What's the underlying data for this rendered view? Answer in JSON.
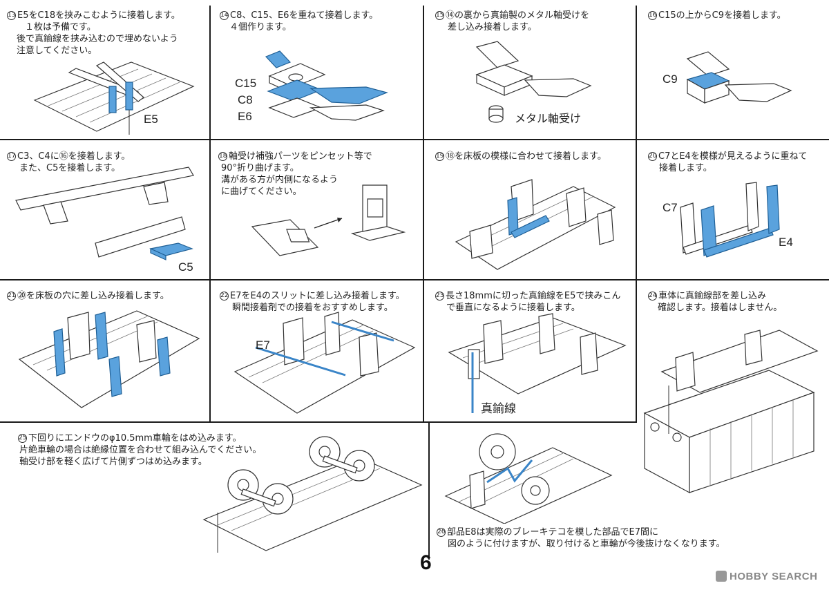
{
  "steps": [
    {
      "num": "13",
      "lines": [
        "E5をC18を挟みこむように接着します。",
        "１枚は予備です。",
        "後で真鍮線を挟み込むので埋めないよう",
        "注意してください。"
      ],
      "callouts": [
        "E5"
      ]
    },
    {
      "num": "14",
      "lines": [
        "C8、C15、E6を重ねて接着します。",
        "４個作ります。"
      ],
      "callouts": [
        "C15",
        "C8",
        "E6"
      ]
    },
    {
      "num": "15",
      "lines": [
        "⑭の裏から真鍮製のメタル軸受けを",
        "差し込み接着します。"
      ],
      "callouts": [
        "メタル軸受け"
      ]
    },
    {
      "num": "16",
      "lines": [
        "C15の上からC9を接着します。"
      ],
      "callouts": [
        "C9"
      ]
    },
    {
      "num": "17",
      "lines": [
        "C3、C4に⑯を接着します。",
        "また、C5を接着します。"
      ],
      "callouts": [
        "C5"
      ]
    },
    {
      "num": "18",
      "lines": [
        "軸受け補強パーツをピンセット等で",
        "90°折り曲げます。",
        "溝がある方が内側になるよう",
        "に曲げてください。"
      ],
      "callouts": []
    },
    {
      "num": "19",
      "lines": [
        "⑱を床板の模様に合わせて接着します。"
      ],
      "callouts": []
    },
    {
      "num": "20",
      "lines": [
        "C7とE4を模様が見えるように重ねて",
        "接着します。"
      ],
      "callouts": [
        "C7",
        "E4"
      ]
    },
    {
      "num": "21",
      "lines": [
        "⑳を床板の穴に差し込み接着します。"
      ],
      "callouts": []
    },
    {
      "num": "22",
      "lines": [
        "E7をE4のスリットに差し込み接着します。",
        "瞬間接着剤での接着をおすすめします。"
      ],
      "callouts": [
        "E7"
      ]
    },
    {
      "num": "23",
      "lines": [
        "長さ18mmに切った真鍮線をE5で挟みこん",
        "で垂直になるように接着します。"
      ],
      "callouts": [
        "真鍮線"
      ]
    },
    {
      "num": "24",
      "lines": [
        "車体に真鍮線部を差し込み",
        "確認します。接着はしません。"
      ],
      "callouts": []
    },
    {
      "num": "25",
      "lines": [
        "下回りにエンドウのφ10.5mm車輪をはめ込みます。",
        "片絶車輪の場合は絶縁位置を合わせて組み込んでください。",
        "軸受け部を軽く広げて片側ずつはめ込みます。"
      ],
      "callouts": []
    },
    {
      "num": "26",
      "lines": [
        "部品E8は実際のブレーキテコを模した部品でE7間に",
        "図のように付けますが、取り付けると車輪が今後抜けなくなります。"
      ],
      "callouts": []
    }
  ],
  "page_number": "6",
  "watermark": "HOBBY SEARCH",
  "colors": {
    "highlight": "#5aa2dd",
    "line": "#1a1a1a"
  }
}
